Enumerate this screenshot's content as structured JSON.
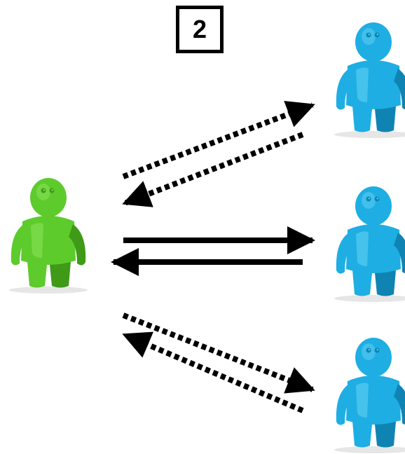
{
  "step_label": "2",
  "figures": [
    {
      "id": "sender",
      "color": "#5ecb2c",
      "shade": "#3f9a17",
      "light": "#8ae35a"
    },
    {
      "id": "receiver-top",
      "color": "#1eaee3",
      "shade": "#0f84b2",
      "light": "#5fd0f3"
    },
    {
      "id": "receiver-middle",
      "color": "#1eaee3",
      "shade": "#0f84b2",
      "light": "#5fd0f3"
    },
    {
      "id": "receiver-bottom",
      "color": "#1eaee3",
      "shade": "#0f84b2",
      "light": "#5fd0f3"
    }
  ],
  "links": [
    {
      "to": "receiver-top",
      "style": "dotted"
    },
    {
      "to": "receiver-middle",
      "style": "solid"
    },
    {
      "to": "receiver-bottom",
      "style": "dotted"
    }
  ]
}
